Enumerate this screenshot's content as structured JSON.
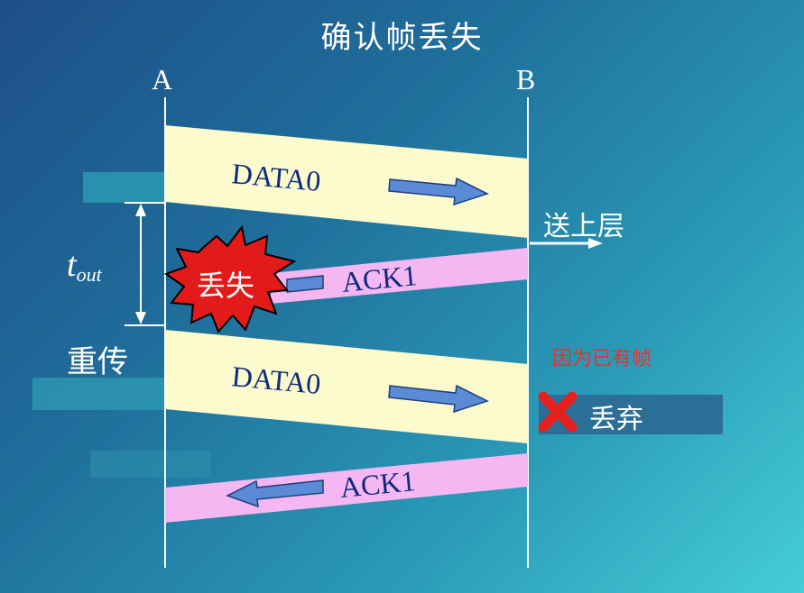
{
  "title": "确认帧丢失",
  "stations": {
    "a": "A",
    "b": "B"
  },
  "timeout": {
    "main": "t",
    "sub": "out"
  },
  "retransmit_label": "重传",
  "frames": [
    {
      "label": "DATA0",
      "direction": "A-to-B"
    },
    {
      "label": "ACK1",
      "direction": "B-to-A",
      "status": "lost"
    },
    {
      "label": "DATA0",
      "direction": "A-to-B",
      "status": "retransmitted"
    },
    {
      "label": "ACK1",
      "direction": "B-to-A"
    }
  ],
  "lost_label": "丢失",
  "deliver_label": "送上层",
  "note_label": "因为已有帧",
  "discard_label": "丢弃",
  "colors": {
    "data_frame": "#fbfbce",
    "ack_frame": "#f4b7f2",
    "arrow_fill": "#5b8ad6",
    "lost_burst": "#e21a1a",
    "discard_x": "#e5201f",
    "note_text": "#e8322a",
    "discard_box": "#2c6f96"
  }
}
